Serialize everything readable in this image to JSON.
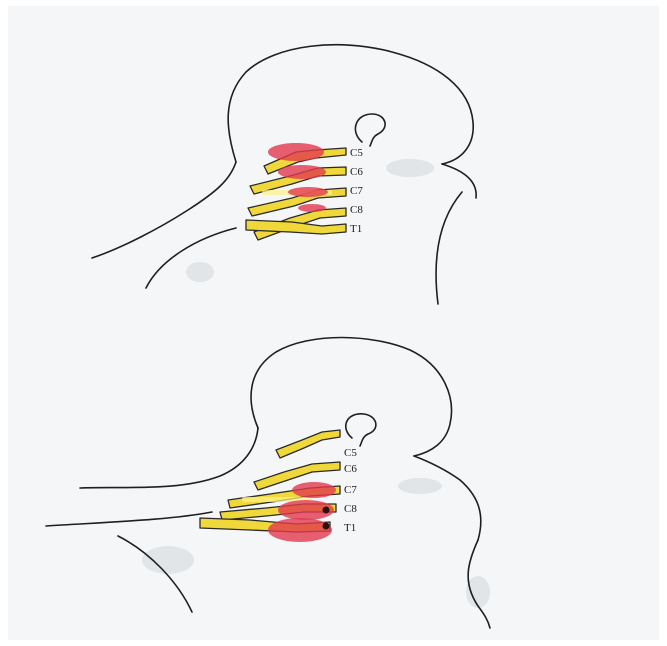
{
  "figure": {
    "top_panel": {
      "levels": [
        "C5",
        "C6",
        "C7",
        "C8",
        "T1"
      ]
    },
    "bottom_panel": {
      "levels": [
        "C5",
        "C6",
        "C7",
        "C8",
        "T1"
      ]
    },
    "colors": {
      "nerve_root": "#f1d83a",
      "lesion": "#e23a4e",
      "outline": "#1f1f1f",
      "paper": "#f5f6f8"
    }
  }
}
